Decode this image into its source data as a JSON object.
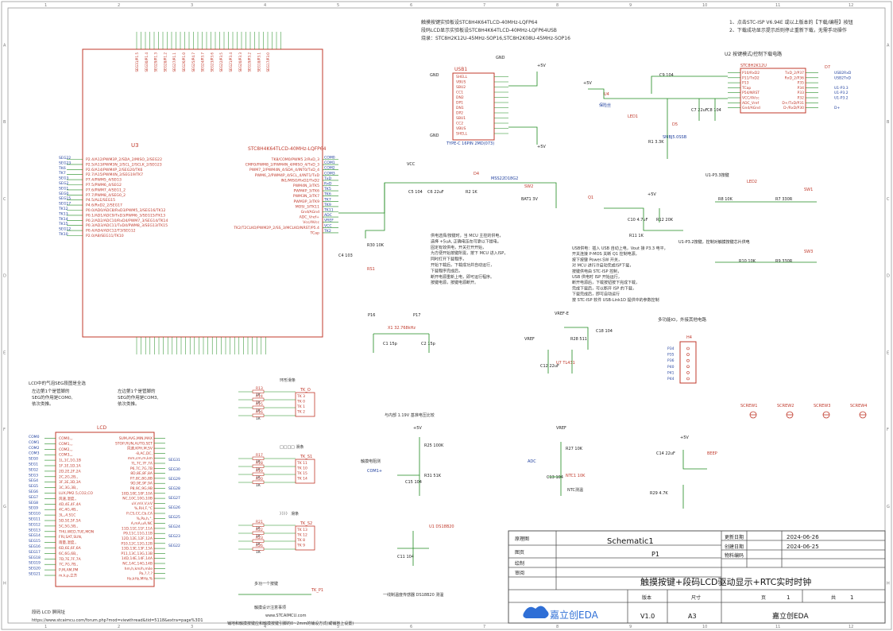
{
  "notes": {
    "top_center": [
      "触摸按键实验板设STC8H4K64TLCD-40MHz-LQFP64",
      "段码LCD显示实验板设STC8H4K64TLCD-40MHz-LQFP64USB",
      "烧录：STC8H2K12U-45MHz-SOP16,STC8H2K08U-45MHz-SOP16"
    ],
    "top_right": [
      "1、点击STC-ISP V6.94E 或以上版本的【下载/编程】按钮",
      "2、下载成功显示提示后则停止重新下载，无需手动操作"
    ],
    "usb_section": "USB1",
    "u2_title": "U2 按键模式/控制下载电路",
    "middle": [
      "供电选择/按键时，当 MCU 主控的供电，",
      "选择 +5uA, 正确电压在可靠以下提电。",
      "固定有效供电，开关打开开始，",
      "为方便开始按键所需，按下 MCU 进入ISP，",
      "同时打开下载程序，",
      "开始下载后，下载成功并自动运行，",
      "下载程序完成后，",
      "断开电源重新上电，即可运行程序。",
      "按键电源，按键电源断开。"
    ],
    "right_block": [
      "USB供电：插入 USB 自动上电，Vout 接 P3.3 电平，",
      "开关连接 P-MOS 关断 Q1 控制电源，",
      "按下按键 Power-SW 开关，",
      "对 MCU 进行冷启动完成ISP下载，",
      "按键供电由 STC-ISP 控制，",
      "USB 供电时 ISP 开始运行，",
      "断开电源后，下载按钮按下完成下载，",
      "完成下载后，可以断开 ISP 的下载，",
      "下载完成后，即可自动运行",
      "按 STC-ISP 软件 USB-Link1D 提供中的参数控制"
    ],
    "connector_label": "多功能IO，外接其他电路",
    "lcd_notes": {
      "title_left": "LCD中的气泡SEG段图是全选",
      "left": [
        "左边第1个是管脚的",
        "SEG的作用是COM0,",
        "依次类推。"
      ],
      "right": [
        "左边第1个是管脚的",
        "SEG的作用是COM3,",
        "依次类推。"
      ]
    },
    "bottom_notes": {
      "left_title": "段码 LCD 屏网址",
      "left_url": "https://www.stcaimcu.com/forum.php?mod=viewthread&tid=5118&extra=page%3D1",
      "center_title": "触摸设计注意事项",
      "center_url": "www.STCAIMCU.com",
      "center_desc": "铺地和触摸按键应和触摸按键引脚的0~2mm的铺设方式(或铺地上设置)",
      "ds18b20_note": "一线制温度传感器 DS18B20 测温",
      "ntc_note": "NTC测温",
      "adc_note": "与内部 1.19V 基准电压比较",
      "key_title": "多功一个按键",
      "clear_1": "环形滑条",
      "clear_2": "□□□□ 滑条",
      "clear_3": "〉〉〉〉 滑条",
      "measure": "触摸电阻测"
    }
  },
  "components": {
    "u3": "U3",
    "u3_part": "STC8H4K64TLCD-40MHz-LQFP64",
    "lcd": "LCD",
    "usb1": "USB1",
    "usb_part": "TYPE-C 16PIN 2MD(073)",
    "u2_part": "STC8H2K12U",
    "d7": "D7",
    "u4": "U4",
    "u4_part": "保险丝",
    "led1": "LED1",
    "d5": "D5",
    "d5_part": "SMBJ5.0SSB",
    "r1": "R1 3.3K",
    "c9": "C9 104",
    "c7": "C7 22uF",
    "c8": "C8 104",
    "c5": "C5 104",
    "c6": "C6 22uF",
    "r2": "R2 1K",
    "d4": "D4",
    "d4_part": "MSS22D18G2",
    "sw2": "SW2",
    "bat1": "BAT1 3V",
    "q1": "Q1",
    "c10": "C10 4.7uF",
    "r12": "R12 20K",
    "r11": "R11 1K",
    "r30": "R30 10K",
    "rs1": "RS1",
    "c4": "C4 103",
    "x1": "X1 32.768kHz",
    "c1": "C1 15p",
    "c2": "C2 15p",
    "r28": "R28 511",
    "c18": "C18 104",
    "c12": "C12 22uF",
    "u7": "U7 TL431",
    "led2": "LED2",
    "r8": "R8 10K",
    "r7": "R7 330R",
    "sw1": "SW1",
    "r10": "R10 10K",
    "r9": "R9 330R",
    "sw3": "SW3",
    "h4": "H4",
    "r25": "R25 100K",
    "r31": "R31 51K",
    "c15": "C15 104",
    "u1": "U1 DS18B20",
    "c11": "C11 104",
    "r27": "R27 10K",
    "c13": "C13 104",
    "ntc": "NTC1 10K",
    "c14": "C14 22uF",
    "beep": "BEEP",
    "r29": "R29 4.7K",
    "tk_0": "TK_O",
    "tk_s1": "TK_S1",
    "tk_s2": "TK_S2",
    "tk_p1": "TK_P1",
    "u1_p33": "U1-P3.3按键",
    "u1_p32": "U1-P3.2按键，控制对触摸按键芯片供电"
  },
  "nets": {
    "gnd": "GND",
    "vcc": "VCC",
    "p5v": "+5V",
    "ugnd": "U1GND",
    "vref": "VREF",
    "vref_e": "VREF-E",
    "adc": "ADC",
    "p16": "P16",
    "p17": "P17",
    "com1": "COM1+"
  },
  "u3_left_pins": [
    "P2.4/A12/PWM3P_2/SDA_2/MISO_2/SEG22",
    "P2.5/A13/PWM3N_2/SCL_2/SCLK_2/SEG23",
    "P2.6/A14/PWM4P_2/SEG20/TK6",
    "P2.7/A15/PWM4N_2/SEG19/TK7",
    "P7.4/PWM5_4/SEG3",
    "P7.5/PWM6_4/SEG2",
    "P7.6/PWM7_4/SEG1_2",
    "P7.7/PWM8_4/SEG0_2",
    "P4.5/ALE/SEG15",
    "P4.6/RxD2_2/SEG17",
    "P0.0/AD0/ADC8/RxD3/PWM5_3/SEG16/TK12",
    "P0.1/AD1/ADC9/TxD3/PWM6_3/SEG15/TK13",
    "P0.2/AD2/ADC10/RxD4/PWM7_3/SEG14/TK14",
    "P0.3/AD3/ADC11/TxD4/PWM8_3/SEG13/TK15",
    "P0.4/AD4/ADC12/T3/SEG12",
    "P2.0/A8/SEG11/TK10"
  ],
  "u3_right_pins": [
    "TK8/COM0/PWM5 2/RxD_3",
    "CMPO/PWM8_2/PWM4N_4/MISO_4/TxD_3",
    "PWM7_2/PWM4N_4/SDA_4/INT0/TxD_4",
    "PWM6_2/PWM4P_4/SCL_4/INT1/TxD",
    "IN1/MISO/RxD2/TxD2",
    "PWM4N_3/TK5",
    "PWM4P_3/TK6",
    "PWM3N_3/TK7",
    "PWM3P_3/TK9",
    "MOSI_3/TK11",
    "Gnd/AGnd",
    "ADC_Vref+",
    "Vcc/AVcc",
    "TK2/T2CLKO/PWM2P_2/SS_3/MCLKO/NRST/P5.4",
    "TCap"
  ],
  "u3_left_nets": [
    "SEG22",
    "SEG23",
    "TK6",
    "TK7",
    "SEG3",
    "SEG2",
    "SEG1",
    "SEG0",
    "SEG15",
    "SEG17",
    "TK12",
    "TK13",
    "TK14",
    "TK15",
    "SEG12",
    "TK10"
  ],
  "u3_right_nets": [
    "COM0",
    "COM1",
    "COM2",
    "COM3",
    "TxD",
    "RxD",
    "TK5",
    "TK6",
    "TK7",
    "TK9",
    "TK11",
    "ADC",
    "VREF",
    "VCC",
    "TK2"
  ],
  "u3_top_pins": [
    "SEG31/P1.5",
    "SEG30/P1.4",
    "SEG29/P1.3",
    "SEG28/P1.2",
    "SEG27/P1.1",
    "SEG26/P1.0",
    "SEG25/P4.7",
    "SEG24/P3.7",
    "SEG23/P3.6",
    "SEG22/P3.5",
    "SEG21/P3.4",
    "SEG20/P3.3",
    "SEG19/P3.2",
    "SEG18/P3.1",
    "SEG17/P3.0"
  ],
  "lcd_left_nets": [
    "COM0",
    "COM1",
    "COM2",
    "COM3",
    "SEG0",
    "SEG1",
    "SEG2",
    "SEG3",
    "SEG4",
    "SEG5",
    "SEG6",
    "SEG7",
    "SEG8",
    "SEG9",
    "SEG10",
    "SEG11",
    "SEG12",
    "SEG13",
    "SEG14",
    "SEG15",
    "SEG16",
    "SEG17",
    "SEG18",
    "SEG19",
    "SEG20",
    "SEG21"
  ],
  "lcd_left_pins": [
    "COM0,,,",
    "COM1,,,",
    "COM2,,,",
    "COM3,,,",
    "1L,1C,1G,1B",
    "1F,1E,1D,1A",
    "2D,2E,2F,2A",
    "2C,2G,2B,,",
    "3F,3E,3D,3A",
    "3C,3G,3B,,",
    "LUX,PM2.5,CO2,CO",
    "风速,湿度,,",
    "4D,4E,4F,4A",
    "4C,4G,4B,,",
    "3L,,4.S1C",
    "5D,5E,5F,5A",
    "5C,5G,5B,,",
    "THU,WED,TUE,MON",
    "FRI,SAT,SUN,",
    "雨量,湿度,,",
    "6D,6E,6F,6A",
    "6C,6G,6B,,",
    "7D,7E,7F,7A",
    "7C,7G,7B,,",
    "P,M,AM,PM",
    "m,k,p,立方"
  ],
  "lcd_right_pins": [
    "SUM,AVG,MIN,MAX",
    "STOP,RUN,AUTO,SET",
    "风速,KPH,M,SV",
    "-8,AC,DC,",
    "mm,cm,m,km",
    "7L,7C,7F,7A",
    "P6,7C,7G,7B",
    "8D,8E,8F,8A",
    "P7,8C,8G,8B",
    "9D,9E,9F,9A",
    "P8,9C,9G,9B",
    "10D,10E,10F,10A",
    "NC,10C,10G,10B",
    "uV,mV,V,kV",
    "%,RH,F,°C",
    "P,CS,CC,Cb,CA",
    "%,Pa,h,°,",
    "A,mA,uA,NC",
    "11D,11E,11F,11A",
    "P9,11C,11G,11B",
    "12D,12E,12F,12A",
    "P10,12C,12G,12B",
    "13D,13E,13F,13A",
    "P11,13C,13G,13B",
    "14D,14E,14F,14A",
    "NC,14C,14G,14B",
    "hm,h,km/h,mile",
    "Pa,?,?,?",
    "Hz,kHz,MHz,%"
  ],
  "lcd_right_nets": [
    "SEG31",
    "SEG30",
    "SEG29",
    "SEG28",
    "SEG27",
    "SEG26",
    "SEG25",
    "SEG24",
    "SEG23",
    "SEG22"
  ],
  "u2_left_pins": [
    "P10/RxD2",
    "P11/TxD2",
    "P13",
    "TCap",
    "P54/NRST",
    "VCC/AVcc",
    "ADC_Vref",
    "Gnd/AGnd"
  ],
  "u2_right_pins": [
    "TxD_2/P37",
    "RxD_2/P36",
    "P35",
    "P34",
    "P33",
    "P32",
    "D+/TxD/P31",
    "D-/RxD/P30"
  ],
  "u2_right_nets": [
    "USB2RxD",
    "USB2TxD",
    "",
    "U1-P3.3",
    "U1-P3.2",
    "U1-P3.2",
    "",
    "D+",
    "D-"
  ],
  "touch_groups": [
    {
      "label": "环形滑条",
      "name": "TK_O",
      "pins": [
        "TK 3",
        "TK 0",
        "TK 1",
        "TK 2"
      ],
      "res": [
        "R13 1K",
        "R14 1K",
        "R15 1K",
        "R16 1K"
      ]
    },
    {
      "label": "□□□□ 滑条",
      "name": "TK_S1",
      "pins": [
        "TK 11",
        "TK 10",
        "TK 15",
        "TK 14"
      ],
      "res": [
        "R17 1K",
        "R18 1K",
        "R19 1K",
        "R20 1K"
      ]
    },
    {
      "label": "〉〉〉〉 滑条",
      "name": "TK_S2",
      "pins": [
        "TK 13",
        "TK 12",
        "TK 8",
        "TK 9"
      ],
      "res": [
        "R21 1K",
        "R22 1K",
        "R23 1K",
        "R26 1K"
      ]
    }
  ],
  "screws": [
    "SCREW1",
    "SCREW2",
    "SCREW3",
    "SCREW4"
  ],
  "h4_pins": [
    "P34",
    "P35",
    "P36",
    "P40",
    "P41",
    "P44"
  ],
  "title_block": {
    "labels": {
      "schematic_label": "原理图",
      "page_label": "图页",
      "drawn_label": "绘制",
      "review_label": "审阅",
      "update_label": "更新日期",
      "create_label": "创建日期",
      "code_label": "物料编码",
      "version_label": "版本",
      "size_label": "尺寸",
      "page_label2": "页",
      "total_label": "共"
    },
    "schematic_name": "Schematic1",
    "page_name": "P1",
    "update_date": "2024-06-26",
    "create_date": "2024-06-25",
    "title": "触摸按键+段码LCD驱动显示+RTC实时时钟",
    "version": "V1.0",
    "size": "A3",
    "page_num": "1",
    "page_total": "1",
    "company": "嘉立创EDA",
    "brand": "嘉立创EDA"
  },
  "border": {
    "top_cols": [
      "1",
      "2",
      "3",
      "4",
      "5",
      "6",
      "7",
      "8",
      "9",
      "10",
      "11",
      "12"
    ],
    "side_rows": [
      "A",
      "B",
      "C",
      "D",
      "E",
      "F",
      "G",
      "H"
    ]
  }
}
